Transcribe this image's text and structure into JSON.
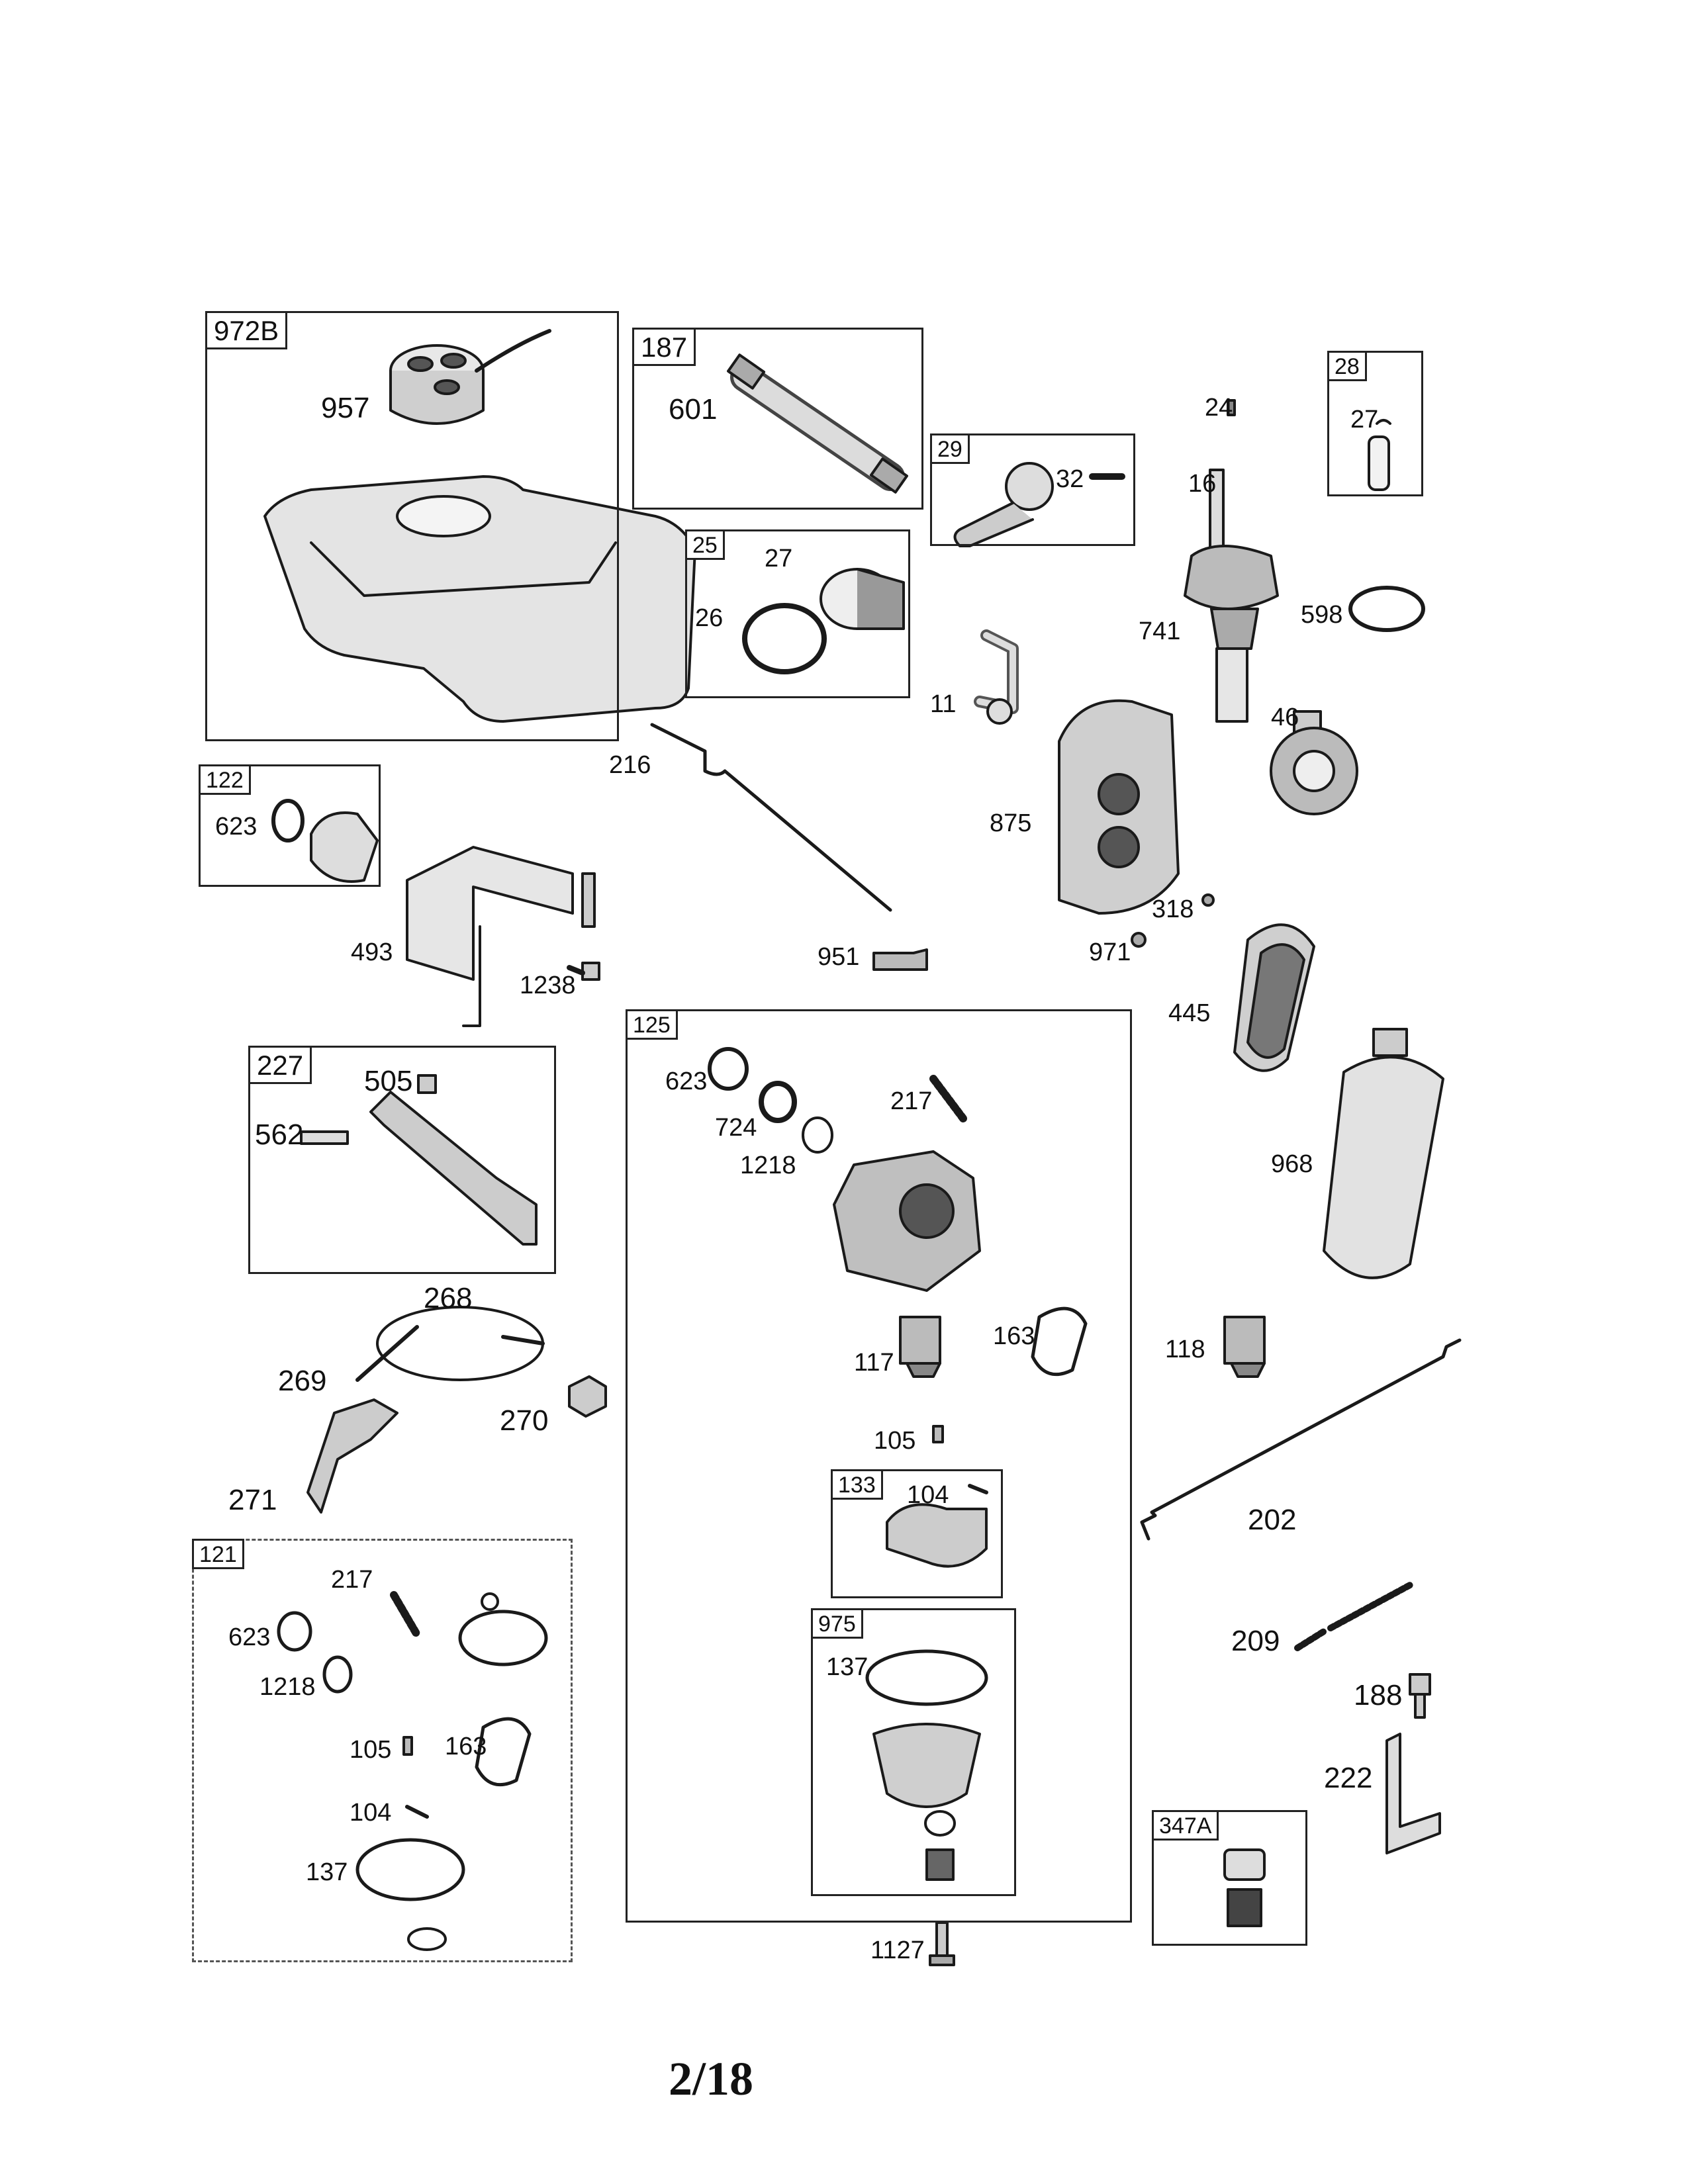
{
  "page_number": "2/18",
  "groups": {
    "g972B": "972B",
    "g187": "187",
    "g29": "29",
    "g28": "28",
    "g25": "25",
    "g122": "122",
    "g227": "227",
    "g125": "125",
    "g121": "121",
    "g133": "133",
    "g975": "975",
    "g347A": "347A"
  },
  "parts": {
    "p957": "957",
    "p601": "601",
    "p32": "32",
    "p24": "24",
    "p16": "16",
    "p27a": "27",
    "p27b": "27",
    "p26": "26",
    "p741": "741",
    "p598": "598",
    "p11": "11",
    "p46": "46",
    "p216": "216",
    "p875": "875",
    "p623a": "623",
    "p493": "493",
    "p1238a": "1238",
    "p951": "951",
    "p318": "318",
    "p971": "971",
    "p445": "445",
    "p505": "505",
    "p562": "562",
    "p623b": "623",
    "p724": "724",
    "p1218a": "1218",
    "p217a": "217",
    "p968": "968",
    "p268": "268",
    "p269": "269",
    "p270": "270",
    "p117": "117",
    "p163a": "163",
    "p118": "118",
    "p105a": "105",
    "p271": "271",
    "p104a": "104",
    "p202": "202",
    "p217b": "217",
    "p623c": "623",
    "p1218b": "1218",
    "p105b": "105",
    "p163b": "163",
    "p137a": "137",
    "p209": "209",
    "p188": "188",
    "p222": "222",
    "p104b": "104",
    "p137b": "137",
    "p1127": "1127"
  }
}
